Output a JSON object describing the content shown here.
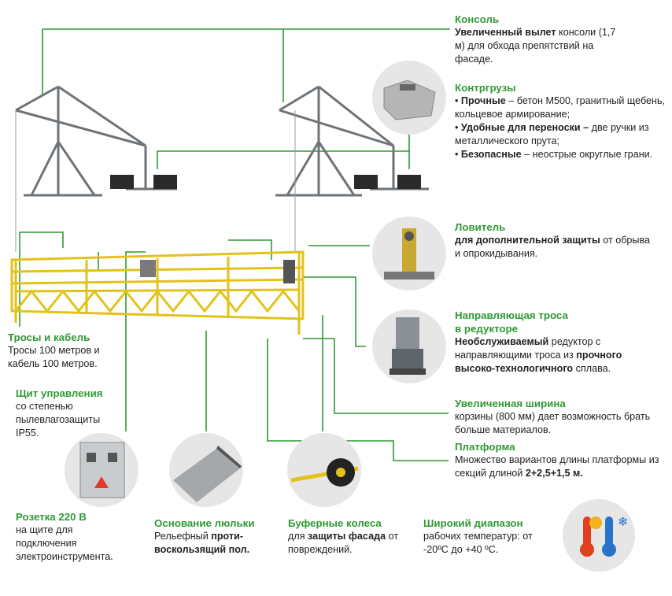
{
  "colors": {
    "accent": "#2e9a33",
    "frame": "#e3c21a",
    "steel": "#8d9296",
    "leader": "#2e9a33"
  },
  "consol": {
    "title": "Консоль",
    "b1": "Увеличенный вылет",
    "t1": " консоли (1,7 м) для обхода препятствий на фасаде."
  },
  "counterweights": {
    "title": "Контргрузы",
    "items": [
      {
        "bullet": "• ",
        "bold": "Прочные",
        "text": " – бетон М500, гранитный щебень, кольцевое армирование;"
      },
      {
        "bullet": "• ",
        "bold": "Удобные для переноски –",
        "text": " две ручки из металлического прута;"
      },
      {
        "bullet": "• ",
        "bold": "Безопасные",
        "text": " – неострые округлые грани."
      }
    ]
  },
  "catcher": {
    "title": "Ловитель",
    "b1": "для дополнительной защиты",
    "t1": " от обрыва и опрокидывания."
  },
  "rope_guide": {
    "title1": "Направляющая троса",
    "title2": "в редукторе",
    "b1": "Необслуживаемый",
    "t1": " редуктор с направляющими троса из ",
    "b2": "прочного высоко-технологичного",
    "t2": " сплава."
  },
  "width": {
    "title": "Увеличенная ширина",
    "text": "корзины (800 мм) дает возможность брать больше материалов."
  },
  "platform": {
    "title": "Платформа",
    "text": "Множество вариантов длины платформы из секций длиной ",
    "b1": "2+2,5+1,5 м."
  },
  "ropes": {
    "title": "Тросы и кабель",
    "text": "Тросы 100 метров и кабель 100 метров."
  },
  "control_panel": {
    "title": "Щит управления",
    "text": "со степенью пылевлагозащиты IP55."
  },
  "socket": {
    "title": "Розетка 220 В",
    "text": "на щите для подключения электроинструмента."
  },
  "cradle_base": {
    "title": "Основание люльки",
    "t1": "Рельефный ",
    "b1": "проти-воскользящий пол."
  },
  "buffer_wheels": {
    "title": "Буферные колеса",
    "t1": "для ",
    "b1": "защиты фасада",
    "t2": " от повреждений."
  },
  "temp_range": {
    "title": "Широкий диапазон",
    "text": "рабочих температур: от -20ºС до +40 ºС."
  }
}
